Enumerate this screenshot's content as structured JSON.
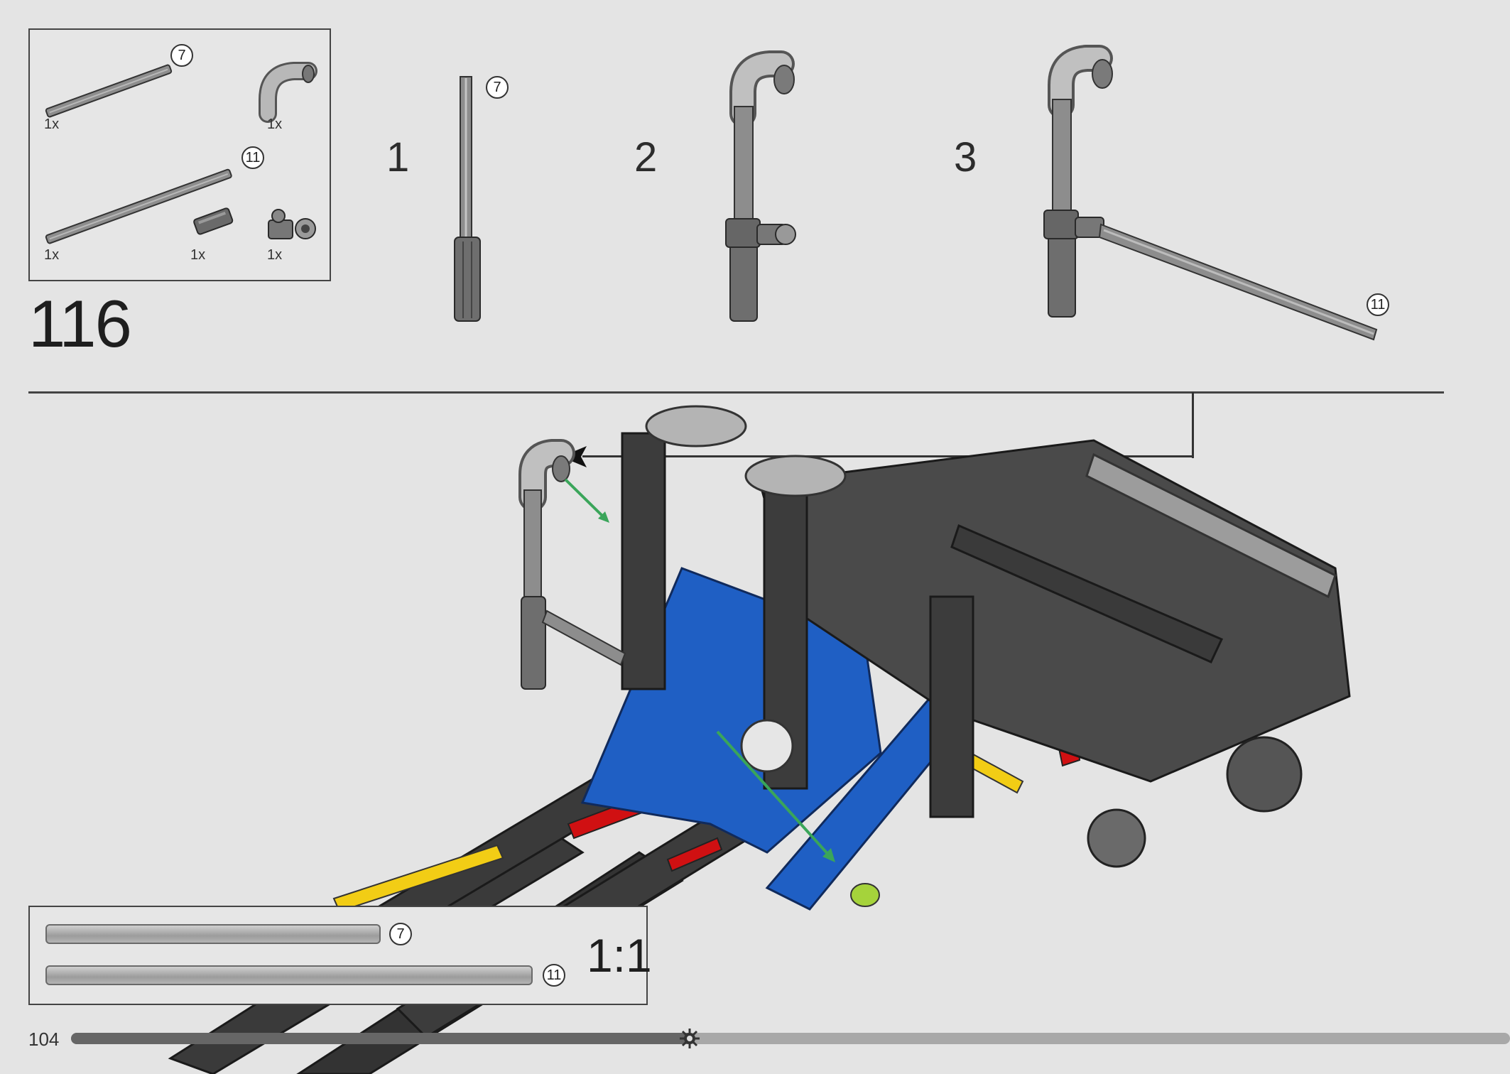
{
  "parts_list": {
    "items": [
      {
        "qty": "1x",
        "callout": "7"
      },
      {
        "qty": "1x",
        "callout": ""
      },
      {
        "qty": "1x",
        "callout": "11"
      },
      {
        "qty": "1x",
        "callout": ""
      },
      {
        "qty": "1x",
        "callout": ""
      }
    ]
  },
  "step": {
    "number": "116"
  },
  "substeps": [
    {
      "number": "1",
      "callout": "7"
    },
    {
      "number": "2"
    },
    {
      "number": "3",
      "callout": "11"
    }
  ],
  "scale": {
    "label": "1:1",
    "bars": [
      {
        "callout": "7"
      },
      {
        "callout": "11"
      }
    ]
  },
  "footer": {
    "page_number": "104",
    "progress_fraction": 0.43
  },
  "colors": {
    "background": "#e4e4e4",
    "lego_blue": "#1f5fc4",
    "lego_red": "#d01012",
    "lego_yellow": "#f2cd15",
    "dark_gray": "#3a3a3a",
    "light_gray": "#a7a7a7",
    "green_arrow": "#3aa55a",
    "lime": "#a5d33b"
  }
}
